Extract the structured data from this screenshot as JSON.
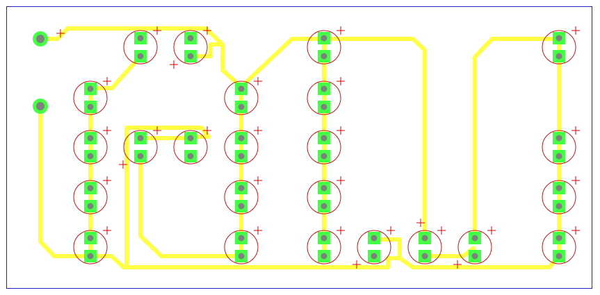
{
  "colors": {
    "background": "#ffffff",
    "border": "#2020c0",
    "trace": "#ffff44",
    "pad": "#44ff44",
    "drill": "#808080",
    "ring": "#cc1111",
    "plus": "#dd0000"
  },
  "board": {
    "leds": [
      {
        "id": "led-r1c2",
        "polarity": "+"
      },
      {
        "id": "led-r1c3",
        "polarity": "+"
      },
      {
        "id": "led-r1c5",
        "polarity": "+"
      },
      {
        "id": "led-r1c8",
        "polarity": "+"
      },
      {
        "id": "led-r2c1",
        "polarity": "+"
      },
      {
        "id": "led-r2c4",
        "polarity": "+"
      },
      {
        "id": "led-r2c5",
        "polarity": "+"
      },
      {
        "id": "led-r3c1",
        "polarity": "+"
      },
      {
        "id": "led-r3c2",
        "polarity": "+"
      },
      {
        "id": "led-r3c3",
        "polarity": "+"
      },
      {
        "id": "led-r3c4",
        "polarity": "+"
      },
      {
        "id": "led-r3c5",
        "polarity": "+"
      },
      {
        "id": "led-r3c8",
        "polarity": "+"
      },
      {
        "id": "led-r4c1",
        "polarity": "+"
      },
      {
        "id": "led-r4c4",
        "polarity": "+"
      },
      {
        "id": "led-r4c5",
        "polarity": "+"
      },
      {
        "id": "led-r4c8",
        "polarity": "+"
      },
      {
        "id": "led-r5c1",
        "polarity": "+"
      },
      {
        "id": "led-r5c4",
        "polarity": "+"
      },
      {
        "id": "led-r5c5",
        "polarity": "+"
      },
      {
        "id": "led-r5c6",
        "polarity": "+"
      },
      {
        "id": "led-r5c7",
        "polarity": "+"
      },
      {
        "id": "led-r5c7b",
        "polarity": "+"
      },
      {
        "id": "led-r5c8",
        "polarity": "+"
      }
    ],
    "power_pads": [
      "power-pad-positive",
      "power-pad-negative"
    ]
  }
}
